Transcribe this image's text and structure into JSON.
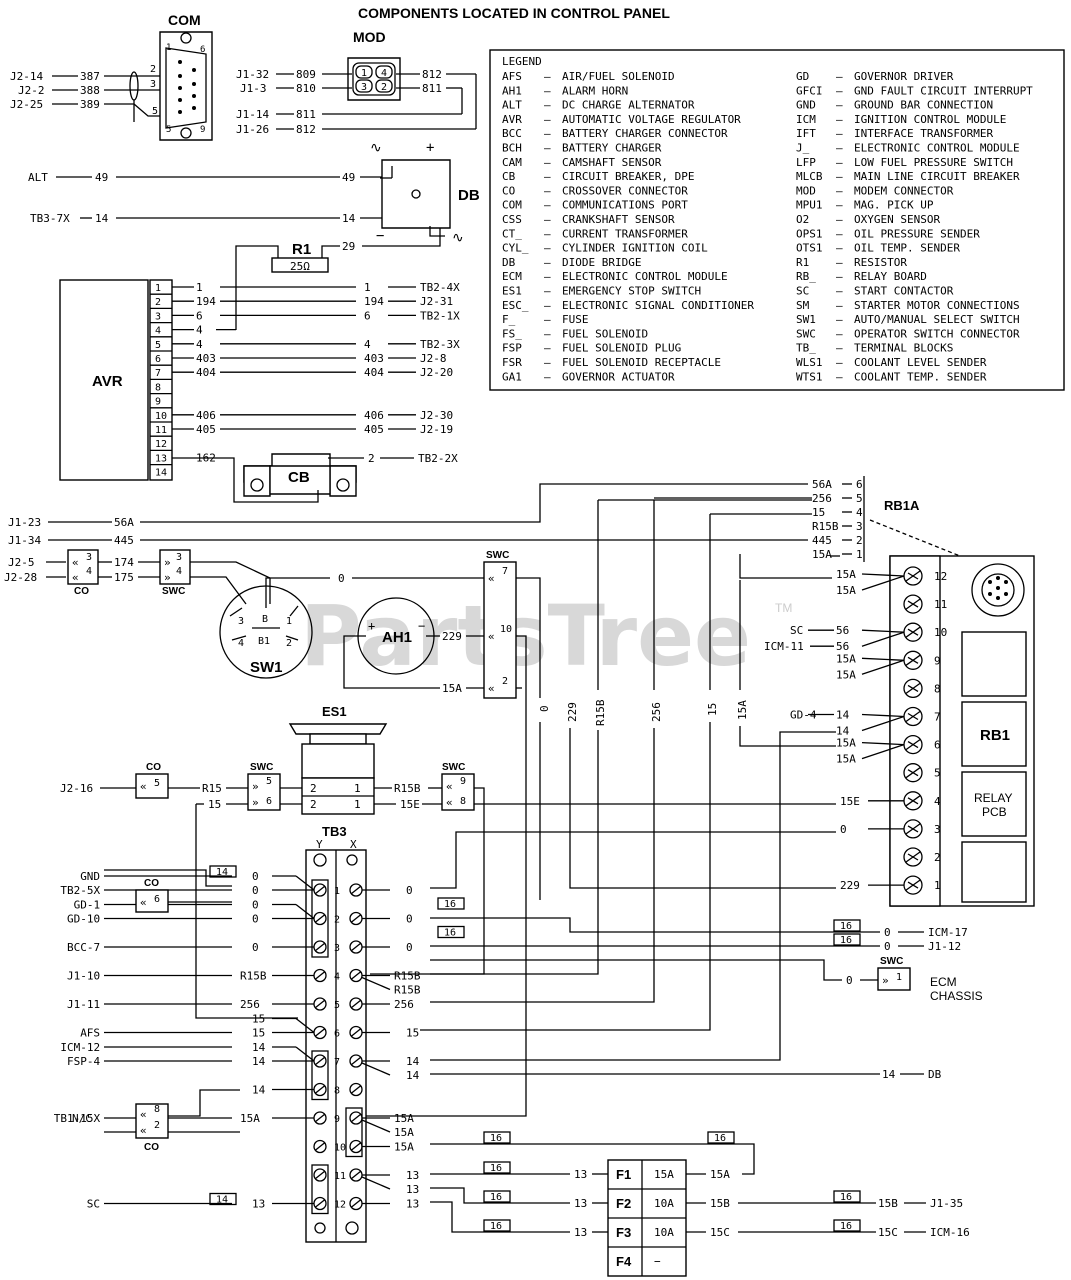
{
  "title": "COMPONENTS LOCATED IN CONTROL PANEL",
  "watermark": "PartsTree",
  "watermark_tm": "TM",
  "legend": {
    "header": "LEGEND",
    "left": [
      {
        "code": "AFS",
        "desc": "AIR/FUEL SOLENOID"
      },
      {
        "code": "AH1",
        "desc": "ALARM HORN"
      },
      {
        "code": "ALT",
        "desc": "DC CHARGE ALTERNATOR"
      },
      {
        "code": "AVR",
        "desc": "AUTOMATIC VOLTAGE REGULATOR"
      },
      {
        "code": "BCC",
        "desc": "BATTERY CHARGER CONNECTOR"
      },
      {
        "code": "BCH",
        "desc": "BATTERY CHARGER"
      },
      {
        "code": "CAM",
        "desc": "CAMSHAFT SENSOR"
      },
      {
        "code": "CB",
        "desc": "CIRCUIT BREAKER, DPE"
      },
      {
        "code": "CO",
        "desc": "CROSSOVER CONNECTOR"
      },
      {
        "code": "COM",
        "desc": "COMMUNICATIONS PORT"
      },
      {
        "code": "CSS",
        "desc": "CRANKSHAFT SENSOR"
      },
      {
        "code": "CT_",
        "desc": "CURRENT TRANSFORMER"
      },
      {
        "code": "CYL_",
        "desc": "CYLINDER IGNITION COIL"
      },
      {
        "code": "DB",
        "desc": "DIODE BRIDGE"
      },
      {
        "code": "ECM",
        "desc": "ELECTRONIC CONTROL MODULE"
      },
      {
        "code": "ES1",
        "desc": "EMERGENCY STOP SWITCH"
      },
      {
        "code": "ESC_",
        "desc": "ELECTRONIC SIGNAL CONDITIONER"
      },
      {
        "code": "F_",
        "desc": "FUSE"
      },
      {
        "code": "FS_",
        "desc": "FUEL SOLENOID"
      },
      {
        "code": "FSP",
        "desc": "FUEL SOLENOID PLUG"
      },
      {
        "code": "FSR",
        "desc": "FUEL SOLENOID RECEPTACLE"
      },
      {
        "code": "GA1",
        "desc": "GOVERNOR ACTUATOR"
      }
    ],
    "right": [
      {
        "code": "GD",
        "desc": "GOVERNOR DRIVER"
      },
      {
        "code": "GFCI",
        "desc": "GND FAULT CIRCUIT INTERRUPT"
      },
      {
        "code": "GND",
        "desc": "GROUND BAR CONNECTION"
      },
      {
        "code": "ICM",
        "desc": "IGNITION CONTROL MODULE"
      },
      {
        "code": "IFT",
        "desc": "INTERFACE TRANSFORMER"
      },
      {
        "code": "J_",
        "desc": "ELECTRONIC CONTROL MODULE"
      },
      {
        "code": "LFP",
        "desc": "LOW FUEL PRESSURE SWITCH"
      },
      {
        "code": "MLCB",
        "desc": "MAIN LINE CIRCUIT BREAKER"
      },
      {
        "code": "MOD",
        "desc": "MODEM CONNECTOR"
      },
      {
        "code": "MPU1",
        "desc": "MAG. PICK UP"
      },
      {
        "code": "O2",
        "desc": "OXYGEN SENSOR"
      },
      {
        "code": "OPS1",
        "desc": "OIL PRESSURE SENDER"
      },
      {
        "code": "OTS1",
        "desc": "OIL TEMP. SENDER"
      },
      {
        "code": "R1",
        "desc": "RESISTOR"
      },
      {
        "code": "RB_",
        "desc": "RELAY BOARD"
      },
      {
        "code": "SC",
        "desc": "START CONTACTOR"
      },
      {
        "code": "SM",
        "desc": "STARTER MOTOR CONNECTIONS"
      },
      {
        "code": "SW1",
        "desc": "AUTO/MANUAL SELECT SWITCH"
      },
      {
        "code": "SWC",
        "desc": "OPERATOR SWITCH CONNECTOR"
      },
      {
        "code": "TB_",
        "desc": "TERMINAL BLOCKS"
      },
      {
        "code": "WLS1",
        "desc": "COOLANT LEVEL SENDER"
      },
      {
        "code": "WTS1",
        "desc": "COOLANT TEMP. SENDER"
      }
    ]
  },
  "com": {
    "title": "COM",
    "wires": [
      {
        "from": "J2-14",
        "wire": "387",
        "pin": "2"
      },
      {
        "from": "J2-2",
        "wire": "388",
        "pin": "3"
      },
      {
        "from": "J2-25",
        "wire": "389",
        "pin": "5"
      }
    ],
    "pin_labels": [
      "1",
      "6",
      "5",
      "9"
    ]
  },
  "mod": {
    "title": "MOD",
    "pins": [
      "1",
      "3",
      "4",
      "2"
    ],
    "left": [
      {
        "from": "J1-32",
        "wire": "809"
      },
      {
        "from": "J1-3",
        "wire": "810"
      },
      {
        "from": "J1-14",
        "wire": "811"
      },
      {
        "from": "J1-26",
        "wire": "812"
      }
    ],
    "right": [
      "812",
      "811"
    ]
  },
  "db": {
    "label": "DB",
    "rows": [
      {
        "from": "ALT",
        "wire": "49",
        "end": "49"
      },
      {
        "from": "TB3-7X",
        "wire": "14",
        "end": "14"
      }
    ],
    "plus": "+",
    "minus": "−"
  },
  "r1": {
    "label": "R1",
    "value": "25Ω",
    "wire": "29"
  },
  "avr": {
    "label": "AVR",
    "pins": [
      "1",
      "2",
      "3",
      "4",
      "5",
      "6",
      "7",
      "8",
      "9",
      "10",
      "11",
      "12",
      "13",
      "14"
    ],
    "wires": [
      {
        "pin": "1",
        "left": "1",
        "right": "1",
        "dest": "TB2-4X"
      },
      {
        "pin": "2",
        "left": "194",
        "right": "194",
        "dest": "J2-31"
      },
      {
        "pin": "3",
        "left": "6",
        "right": "6",
        "dest": "TB2-1X"
      },
      {
        "pin": "4",
        "left": "4",
        "right": "",
        "dest": ""
      },
      {
        "pin": "5",
        "left": "4",
        "right": "4",
        "dest": "TB2-3X"
      },
      {
        "pin": "6",
        "left": "403",
        "right": "403",
        "dest": "J2-8"
      },
      {
        "pin": "7",
        "left": "404",
        "right": "404",
        "dest": "J2-20"
      },
      {
        "pin": "10",
        "left": "406",
        "right": "406",
        "dest": "J2-30"
      },
      {
        "pin": "11",
        "left": "405",
        "right": "405",
        "dest": "J2-19"
      },
      {
        "pin": "13",
        "left": "162",
        "right": "",
        "dest": ""
      }
    ]
  },
  "cb": {
    "label": "CB",
    "wire": "2",
    "dest": "TB2-2X"
  },
  "rb1a": {
    "label": "RB1A",
    "pins": [
      {
        "wire": "56A",
        "pin": "6"
      },
      {
        "wire": "256",
        "pin": "5"
      },
      {
        "wire": "15",
        "pin": "4"
      },
      {
        "wire": "R15B",
        "pin": "3"
      },
      {
        "wire": "445",
        "pin": "2"
      },
      {
        "wire": "15A",
        "pin": "1"
      }
    ],
    "left": [
      {
        "from": "J1-23",
        "wire": "56A"
      },
      {
        "from": "J1-34",
        "wire": "445"
      }
    ]
  },
  "co_top": {
    "label": "CO",
    "pins": [
      "3",
      "4"
    ],
    "rows": [
      {
        "from": "J2-5",
        "wire": "174"
      },
      {
        "from": "J2-28",
        "wire": "175"
      }
    ]
  },
  "swc_top": {
    "label": "SWC",
    "pins": [
      "3",
      "4"
    ]
  },
  "sw1": {
    "label": "SW1",
    "contacts": [
      "3",
      "B",
      "1",
      "4",
      "B1",
      "2"
    ],
    "wire_top": "0"
  },
  "swc_mid": {
    "label": "SWC",
    "pins": [
      "7",
      "10",
      "2"
    ]
  },
  "ah1": {
    "label": "AH1",
    "wire": "229",
    "ret": "15A"
  },
  "verticals": [
    "0",
    "229",
    "R15B",
    "256",
    "15",
    "15A"
  ],
  "es1": {
    "label": "ES1",
    "co": {
      "label": "CO",
      "pin": "5",
      "from": "J2-16"
    },
    "swc_l": {
      "label": "SWC",
      "pins": [
        "5",
        "6"
      ]
    },
    "swc_r": {
      "label": "SWC",
      "pins": [
        "9",
        "8"
      ]
    },
    "rows": [
      {
        "left": "R15",
        "p1": "2",
        "p2": "1",
        "right": "R15B"
      },
      {
        "left": "15",
        "p1": "2",
        "p2": "1",
        "right": "15E"
      }
    ],
    "left_wire": "15"
  },
  "rb1": {
    "label": "RB1",
    "relay": [
      "RELAY",
      "PCB"
    ],
    "terminals": [
      "12",
      "11",
      "10",
      "9",
      "8",
      "7",
      "6",
      "5",
      "4",
      "3",
      "2",
      "1"
    ],
    "wires": [
      {
        "term": "12",
        "labels": [
          "15A",
          "15A"
        ]
      },
      {
        "term": "10",
        "labels": [
          "56",
          "56"
        ],
        "from": [
          "SC",
          "ICM-11"
        ]
      },
      {
        "term": "9",
        "labels": [
          "15A",
          "15A"
        ]
      },
      {
        "term": "7",
        "labels": [
          "14",
          "14"
        ],
        "from": [
          "GD-4",
          ""
        ]
      },
      {
        "term": "6",
        "labels": [
          "15A",
          "15A"
        ]
      },
      {
        "term": "4",
        "labels": [
          "15E"
        ]
      },
      {
        "term": "3",
        "labels": [
          "0"
        ]
      },
      {
        "term": "1",
        "labels": [
          "229"
        ]
      }
    ]
  },
  "tb3": {
    "label": "TB3",
    "cols": [
      "Y",
      "X"
    ],
    "rows": [
      {
        "n": "1",
        "left": [
          {
            "from": "GND",
            "wire": "0",
            "tag": "14"
          },
          {
            "from": "TB2-5X",
            "wire": "0"
          }
        ],
        "right": "0",
        "rtag": "16"
      },
      {
        "n": "2",
        "left": [
          {
            "from": "GD-1",
            "wire": "0"
          },
          {
            "from": "GD-10",
            "wire": "0"
          }
        ],
        "right": "0",
        "rtag": "16"
      },
      {
        "n": "3",
        "left": [
          {
            "from": "BCC-7",
            "wire": "0"
          }
        ],
        "right": "0"
      },
      {
        "n": "4",
        "left": [
          {
            "from": "J1-10",
            "wire": "R15B"
          }
        ],
        "right": "R15B",
        "right2": "R15B"
      },
      {
        "n": "5",
        "left": [
          {
            "from": "J1-11",
            "wire": "256"
          }
        ],
        "right": "256"
      },
      {
        "n": "6",
        "left": [
          {
            "from": "",
            "wire": "15"
          },
          {
            "from": "AFS",
            "wire": "15"
          }
        ],
        "right": "15"
      },
      {
        "n": "7",
        "left": [
          {
            "from": "ICM-12",
            "wire": "14"
          },
          {
            "from": "FSP-4",
            "wire": "14"
          }
        ],
        "right": "14",
        "right2": "14"
      },
      {
        "n": "8",
        "left": [
          {
            "from": "",
            "wire": "14"
          }
        ],
        "right": ""
      },
      {
        "n": "9",
        "left": [
          {
            "from": "TB1-15X",
            "wire": "15A"
          }
        ],
        "right": "15A",
        "right2": "15A"
      },
      {
        "n": "10",
        "left": [],
        "right": "15A"
      },
      {
        "n": "11",
        "left": [],
        "right": "13",
        "right2": "13"
      },
      {
        "n": "12",
        "left": [
          {
            "from": "SC",
            "wire": "13",
            "tag": "14"
          }
        ],
        "right": "13"
      }
    ],
    "co_left": {
      "label": "CO",
      "pin": "6"
    },
    "co_bottom": {
      "label": "CO",
      "pins": [
        "8",
        "2"
      ],
      "from": "N/C"
    },
    "right_dest": [
      {
        "wire": "0",
        "dest": "ICM-17",
        "tag": "16"
      },
      {
        "wire": "0",
        "dest": "J1-12",
        "tag": "16"
      },
      {
        "wire": "0",
        "dest": "ECM CHASSIS",
        "conn": "SWC",
        "pin": "1"
      },
      {
        "wire": "14",
        "dest": "DB"
      }
    ],
    "ecm_chassis": [
      "ECM",
      "CHASSIS"
    ]
  },
  "fuses": [
    {
      "name": "F1",
      "rating": "15A",
      "in": "13",
      "out": "15A",
      "dest": ""
    },
    {
      "name": "F2",
      "rating": "10A",
      "in": "13",
      "out": "15B",
      "dest": "J1-35",
      "dest_wire": "15B"
    },
    {
      "name": "F3",
      "rating": "10A",
      "in": "13",
      "out": "15C",
      "dest": "ICM-16",
      "dest_wire": "15C"
    },
    {
      "name": "F4",
      "rating": "−",
      "in": "",
      "out": "",
      "dest": ""
    }
  ],
  "tag16": "16",
  "tag14": "14"
}
